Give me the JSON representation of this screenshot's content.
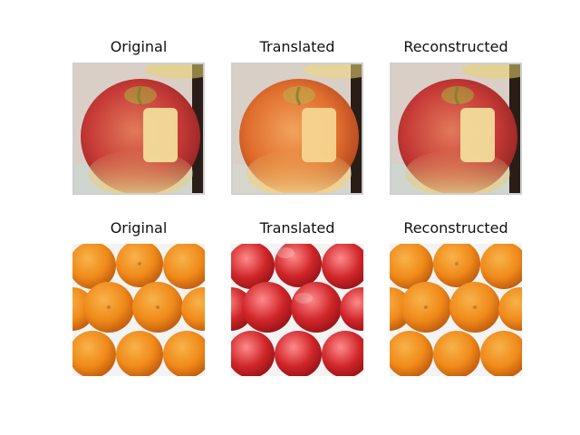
{
  "rows": [
    {
      "panels": [
        {
          "title": "Original",
          "subject": "apple",
          "style": "red-apple"
        },
        {
          "title": "Translated",
          "subject": "apple",
          "style": "orange-apple"
        },
        {
          "title": "Reconstructed",
          "subject": "apple",
          "style": "red-apple"
        }
      ]
    },
    {
      "panels": [
        {
          "title": "Original",
          "subject": "oranges",
          "style": "orange-fruit"
        },
        {
          "title": "Translated",
          "subject": "oranges",
          "style": "red-fruit"
        },
        {
          "title": "Reconstructed",
          "subject": "oranges",
          "style": "orange-fruit"
        }
      ]
    }
  ],
  "colors": {
    "red_apple_main": "#c63a36",
    "red_apple_light": "#e7c27a",
    "orange_apple_main": "#e06d2e",
    "orange_apple_light": "#f4c56b",
    "orange_fruit": "#f08a1a",
    "orange_fruit_highlight": "#f7b34a",
    "red_fruit": "#d0262a",
    "red_fruit_highlight": "#ff8a8a",
    "background_light": "#f3f3f3"
  }
}
